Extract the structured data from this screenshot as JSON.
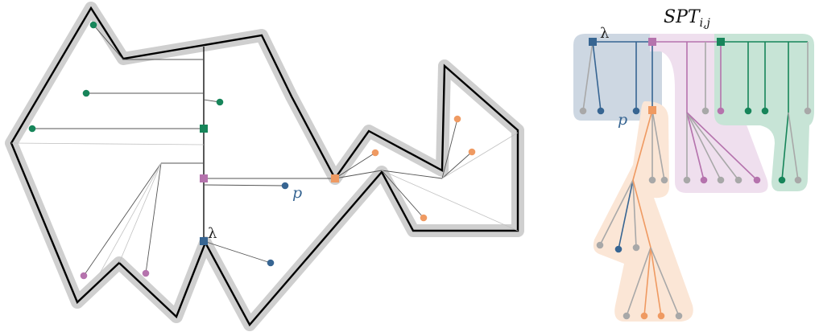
{
  "title": "SPT",
  "title_subscript": "i,j",
  "labels": {
    "p_polygon": "p",
    "lambda_polygon": "λ",
    "p_tree": "p",
    "lambda_tree": "λ"
  },
  "colors": {
    "green": "#17855a",
    "purple": "#b573ad",
    "blue": "#376592",
    "orange": "#ef9a62",
    "gray_node": "#a8a8a8",
    "halo": "#cfcfcf",
    "blue_fill": "#cdd7e2",
    "purple_fill": "#efdfee",
    "green_fill": "#c7e4d6",
    "orange_fill": "#fbe6d6"
  }
}
